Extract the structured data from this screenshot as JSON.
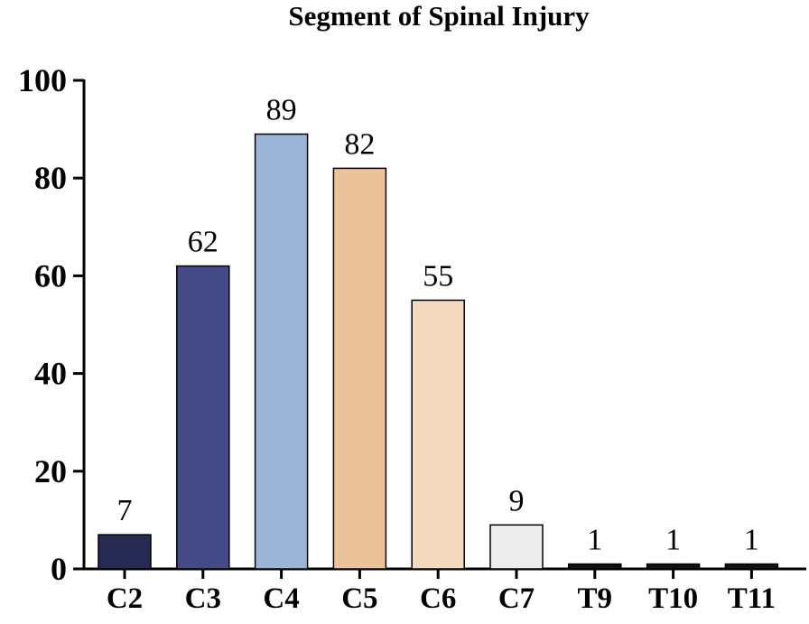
{
  "chart_data": {
    "type": "bar",
    "title": "Segment of Spinal Injury",
    "xlabel": "",
    "ylabel": "",
    "categories": [
      "C2",
      "C3",
      "C4",
      "C5",
      "C6",
      "C7",
      "T9",
      "T10",
      "T11"
    ],
    "values": [
      7,
      62,
      89,
      82,
      55,
      9,
      1,
      1,
      1
    ],
    "data_labels": [
      "7",
      "62",
      "89",
      "82",
      "55",
      "9",
      "1",
      "1",
      "1"
    ],
    "colors": [
      "#272a52",
      "#434a86",
      "#9cb4d6",
      "#ecc29a",
      "#f3d9bd",
      "#ececec",
      "#111111",
      "#111111",
      "#111111"
    ],
    "ylim": [
      0,
      100
    ],
    "yticks": [
      0,
      20,
      40,
      60,
      80,
      100
    ],
    "ytick_labels": [
      "0",
      "20",
      "40",
      "60",
      "80",
      "100"
    ],
    "grid": false,
    "legend": "none"
  }
}
